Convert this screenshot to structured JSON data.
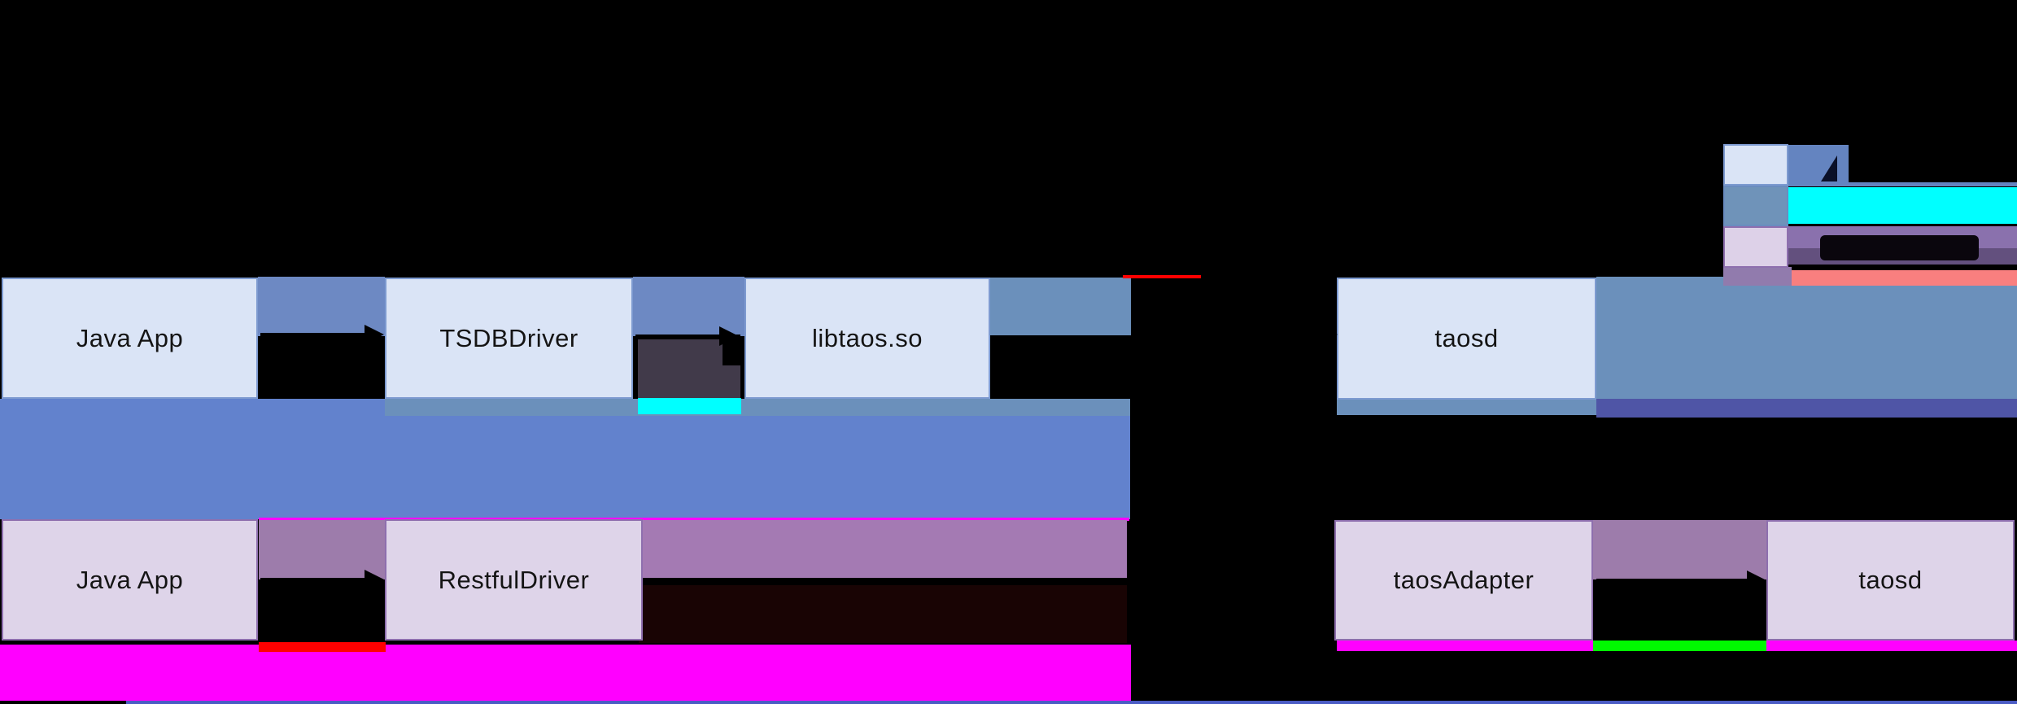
{
  "nodes": {
    "jni_app": "Java App",
    "jni_driver": "TSDBDriver",
    "jni_lib": "libtaos.so",
    "jni_server": "taosd",
    "rest_app": "Java App",
    "rest_driver": "RestfulDriver",
    "rest_adapter": "taosAdapter",
    "rest_server": "taosd"
  },
  "legend": {
    "swatches": [
      {
        "name": "light-blue-node-swatch",
        "fill": "#dae4f6"
      },
      {
        "name": "steel-blue-swatch",
        "fill": "#6f93b9"
      },
      {
        "name": "lavender-node-swatch",
        "fill": "#ddd1e8"
      }
    ]
  },
  "colors": {
    "background": "#000000",
    "node_blue_fill": "#dae4f6",
    "node_blue_border": "#7d9ad0",
    "node_purple_fill": "#ded4e9",
    "node_purple_border": "#8e6fae",
    "connector_blue": "#6d89c3",
    "connector_purple": "#9d7cab",
    "band_steel": "#6b90bb",
    "band_royal": "#6282cd",
    "band_indigo": "#4f55a6",
    "band_purple_wide": "#a47ab3",
    "band_dark_gray": "#413a4a",
    "band_dark_maroon": "#190404",
    "band_magenta": "#ff00ff",
    "band_cyan": "#00ffff",
    "band_red": "#ff0000",
    "band_green": "#00f900",
    "band_salmon": "#f97f7f",
    "band_legend_blue": "#6484c0",
    "band_legend_purple": "#8a71ad",
    "band_legend_dark_purple": "#63507e",
    "legend_swatch_blue_fill": "#dae4f6",
    "legend_swatch_steel_fill": "#6f93b9",
    "legend_swatch_lavender_fill": "#ddd1e8",
    "legend_stub_purple": "#917bad",
    "bottom_line_blue": "#4b5cc4",
    "arrow_black": "#000000"
  }
}
